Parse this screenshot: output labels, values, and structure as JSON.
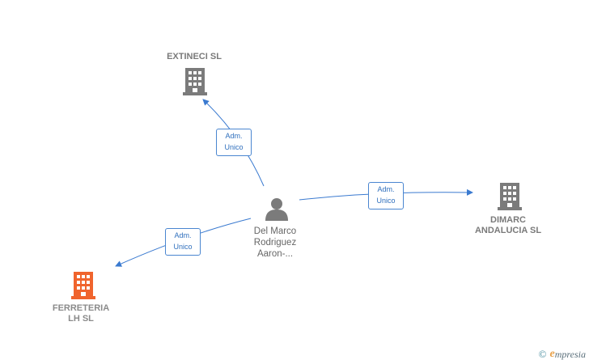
{
  "colors": {
    "edge": "#3a7ad0",
    "company_icon": "#7b7b7b",
    "highlight_icon": "#f0642d",
    "person_icon": "#7b7b7b"
  },
  "nodes": {
    "extineci": {
      "label": "EXTINECI SL",
      "icon": "building-icon"
    },
    "dimarc": {
      "label_line1": "DIMARC",
      "label_line2": "ANDALUCIA  SL",
      "icon": "building-icon"
    },
    "ferreteria": {
      "label_line1": "FERRETERIA",
      "label_line2": "LH  SL",
      "icon": "building-icon"
    },
    "person": {
      "label_line1": "Del Marco",
      "label_line2": "Rodriguez",
      "label_line3": "Aaron-...",
      "icon": "person-icon"
    }
  },
  "edges": [
    {
      "from": "person",
      "to": "extineci",
      "role_line1": "Adm.",
      "role_line2": "Unico"
    },
    {
      "from": "person",
      "to": "dimarc",
      "role_line1": "Adm.",
      "role_line2": "Unico"
    },
    {
      "from": "person",
      "to": "ferreteria",
      "role_line1": "Adm.",
      "role_line2": "Unico"
    }
  ],
  "brand": {
    "copyright": "©",
    "initial": "e",
    "rest": "mpresia"
  }
}
